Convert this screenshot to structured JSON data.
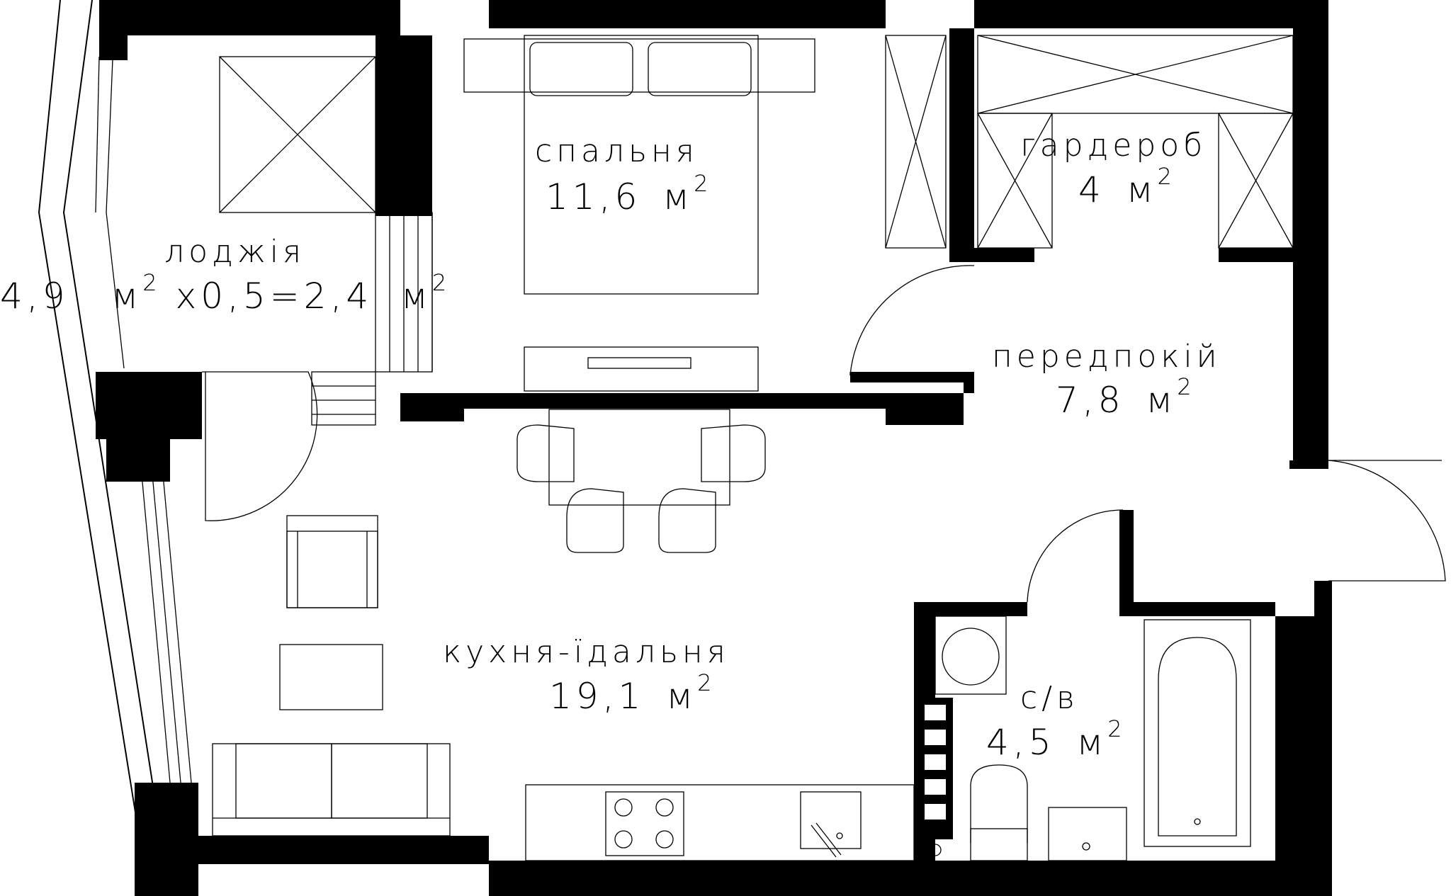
{
  "rooms": {
    "bedroom": {
      "name": "спальня",
      "area": "11,6",
      "unit": "м"
    },
    "wardrobe": {
      "name": "гардероб",
      "area": "4",
      "unit": "м"
    },
    "loggia": {
      "name": "лоджія",
      "area_left": "4,9",
      "unit": "м",
      "formula": "x0,5=2,4",
      "unit2": "м"
    },
    "hallway": {
      "name": "передпокій",
      "area": "7,8",
      "unit": "м"
    },
    "kitchen": {
      "name": "кухня-їдальня",
      "area": "19,1",
      "unit": "м"
    },
    "bathroom": {
      "name": "с/в",
      "area": "4,5",
      "unit": "м"
    }
  },
  "superscript": "2",
  "colors": {
    "wall": "#000000",
    "line": "#000000",
    "background": "#ffffff"
  }
}
